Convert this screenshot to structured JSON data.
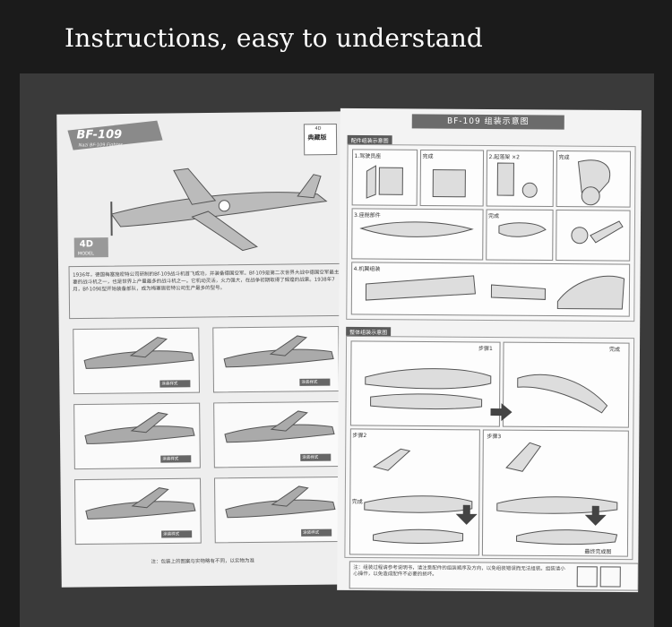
{
  "title": "Instructions, easy to understand",
  "left": {
    "cover_title": "BF-109",
    "cover_subtitle": "Nazi BF-109 Fighter",
    "brand_text": "典藏版",
    "brand_small": "4D",
    "model_mark": "4D",
    "model_label": "MODEL",
    "intro_text": "1936年，德国梅塞施密特公司研制的Bf-109战斗机首飞成功，并装备德国空军。Bf-109是第二次世界大战中德国空军最主要的战斗机之一，也是世界上产量最多的战斗机之一。它机动灵活，火力强大，在战争初期取得了辉煌的战果。1938年7月，Bf-109E型开始装备部队，成为梅塞施密特公司生产最多的型号。",
    "variant_tags": [
      "涂装样式",
      "涂装样式",
      "涂装样式",
      "涂装样式",
      "涂装样式",
      "涂装样式"
    ],
    "footnote": "注：包装上的图案与实物略有不同，以实物为准"
  },
  "right": {
    "banner": "BF-109 组装示意图",
    "section1": "配件组装示意图",
    "section2": "整体组装示意图",
    "labels": {
      "p1": "1.驾驶员座",
      "p2": "完成",
      "p3": "2.起落架 ×2",
      "p4": "完成",
      "p5": "3.座舱部件",
      "p6": "完成",
      "p7": "4.机翼组装",
      "step1": "步骤1",
      "done1": "完成",
      "step2": "步骤2",
      "step3": "步骤3",
      "done2": "完成",
      "final": "最终完成图"
    },
    "footer_note": "注：组装过程请参考说明书，请注意配件的组装顺序及方向，以免组装错误而无法组装。组装请小心操作，以免造成配件不必要的损坏。"
  },
  "colors": {
    "background": "#1b1b1b",
    "stage": "#3a3a3a",
    "sheet": "#f1f1f1",
    "header": "#5a5a5a"
  }
}
